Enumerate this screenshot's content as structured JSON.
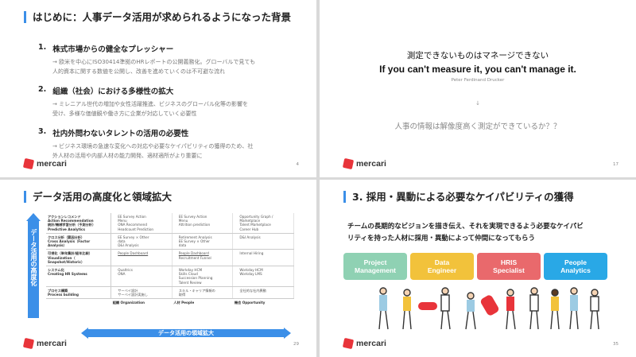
{
  "slide1": {
    "title": "はじめに：人事データ活用が求められるようになった背景",
    "items": [
      {
        "num": "1.",
        "heading": "株式市場からの健全なプレッシャー",
        "body1": "→ 欧米を中心にISO30414準拠のHRレポートの公開義務化。グローバルで見ても",
        "body2": "人的資本に関する数値を公開し、改善を進めていくのは不可避な流れ"
      },
      {
        "num": "2.",
        "heading": "組織（社会）における多様性の拡大",
        "body1": "→ ミレニアル世代の増加や女性活躍推進、ビジネスのグローバル化等の影響を",
        "body2": "受け、多様な価値観や働き方に企業が対応していく必要性"
      },
      {
        "num": "3.",
        "heading": "社内外問わないタレントの活用の必要性",
        "body1": "→ ビジネス環境の急速な変化への対応や必要なケイパビリティの獲得のため、社",
        "body2": "外人材の活用や内部人材の能力開発、適材適所がより重要に"
      }
    ],
    "logo": "mercari",
    "page": "4"
  },
  "slide2": {
    "quote_ja": "測定できないものはマネージできない",
    "quote_en": "If you can't measure it, you can't manage it.",
    "author": "Peter Ferdinand Drucker",
    "arrow": "↓",
    "question": "人事の情報は解像度高く測定ができているか？？",
    "logo": "mercari",
    "page": "17"
  },
  "slide3": {
    "title": "データ活用の高度化と領域拡大",
    "vertical_label": "データ活用の高度化",
    "horizontal_label": "データ活用の領域拡大",
    "rows": [
      {
        "h1": "アクションレコメンド",
        "h2": "Action Recommendation",
        "h3": "統計/機械学習分析（予測分析）",
        "h4": "Predictive Analytics",
        "c1": [
          "EE Survey Action",
          "Menu",
          "ONA Recommend",
          "Headcount Prediction"
        ],
        "c2": [
          "EE Survey Action",
          "Menu",
          "Attrition prediction"
        ],
        "c3": [
          "Opportunity Graph /",
          "Marketplace",
          "Talent Marketplace",
          "Career Hub"
        ]
      },
      {
        "h1": "クロス分析（要因分析）",
        "h2": "Cross Analysis（Factor",
        "h3": "Analysis）",
        "h4": "",
        "c1": [
          "EE Survey × Other",
          "data",
          "D&I Analysis"
        ],
        "c2": [
          "Retirement Analysis",
          "EE Survey × Other",
          "data"
        ],
        "c3": [
          "D&I Analysis"
        ]
      },
      {
        "h1": "可視化（単年集計/経年比較）",
        "h2": "Visualization（",
        "h3": "Snapshot/Historic）",
        "h4": "",
        "c1": [
          "People Dashboard"
        ],
        "c2": [
          "People Dashboard",
          "Recruitment Funnel"
        ],
        "c3": [
          "Internal Hiring"
        ]
      },
      {
        "h1": "システム化",
        "h2": "Creating HR Systems",
        "h3": "",
        "h4": "",
        "c1": [
          "Qualtrics",
          "ONA"
        ],
        "c2": [
          "Workday HCM",
          "Skills Cloud",
          "Succession Planning",
          "Talent Review"
        ],
        "c3": [
          "Workday HCM",
          "Workday LMS"
        ]
      },
      {
        "h1": "プロセス構築",
        "h2": "Process building",
        "h3": "",
        "h4": "",
        "c1": [
          "サーベイ設計",
          "サーベイ設計実施し"
        ],
        "c2": [
          "スキル・キャリア情報の",
          "取得"
        ],
        "c3": [
          "全社的な社内異動"
        ]
      }
    ],
    "columns": [
      "組織 Organization",
      "人材 People",
      "機会 Opportunity"
    ],
    "logo": "mercari",
    "page": "29"
  },
  "slide4": {
    "title": "3. 採用・異動による必要なケイパビリティの獲得",
    "subtitle1": "チームの長期的なビジョンを描き伝え、それを実現できるよう必要なケイパビ",
    "subtitle2": "リティを持った人材に採用・異動によって仲間になってもらう",
    "boxes": [
      {
        "l1": "Project",
        "l2": "Management",
        "color": "#8fd1b3"
      },
      {
        "l1": "Data",
        "l2": "Engineer",
        "color": "#f2c23b"
      },
      {
        "l1": "HRIS",
        "l2": "Specialist",
        "color": "#e9696c"
      },
      {
        "l1": "People",
        "l2": "Analytics",
        "color": "#29a8e6"
      }
    ],
    "logo": "mercari",
    "page": "35"
  },
  "colors": {
    "accent": "#3b8fe8",
    "logo": "#e8343a"
  }
}
